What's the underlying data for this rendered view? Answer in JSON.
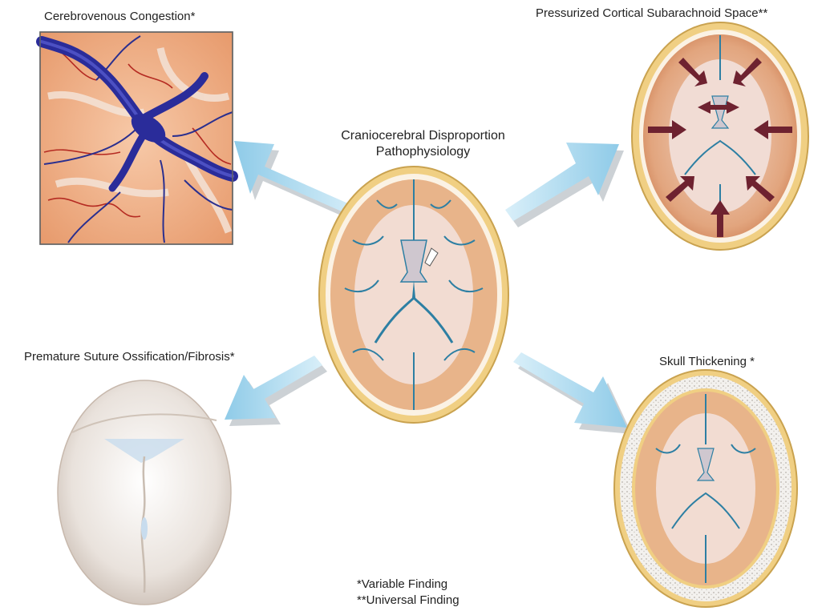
{
  "diagram": {
    "title_line1": "Craniocerebral  Disproportion",
    "title_line2": "Pathophysiology",
    "panels": {
      "congestion": {
        "label": "Cerebrovenous Congestion*"
      },
      "pressurized": {
        "label": "Pressurized Cortical Subarachnoid Space**"
      },
      "suture": {
        "label": "Premature Suture Ossification/Fibrosis*"
      },
      "thickening": {
        "label": "Skull Thickening *"
      }
    },
    "legend": {
      "variable": "*Variable Finding",
      "universal": "**Universal Finding"
    }
  },
  "colors": {
    "arrow": "#a9d8ef",
    "arrow_shadow": "#9aa3ad",
    "brain_cortex": "#e8b48a",
    "white_matter": "#f2dcd2",
    "skull": "#f1d488",
    "csf": "#2d7fa3",
    "vein": "#2c2f9e",
    "pressure_arrow": "#6e2230"
  }
}
